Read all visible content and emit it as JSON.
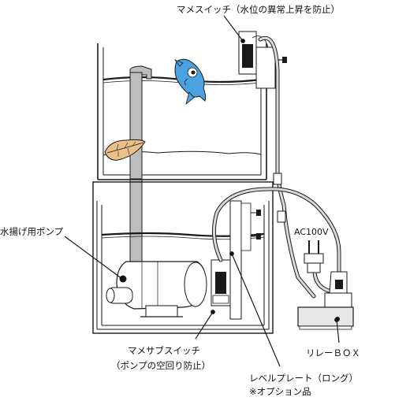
{
  "labels": {
    "main_switch": "マメスイッチ（水位の異常上昇を防止）",
    "pump": "水揚げ用ポンプ",
    "ac": "AC100V",
    "sub_switch_1": "マメサブスイッチ",
    "sub_switch_2": "（ポンプの空回り防止）",
    "level_plate_1": "レベルプレート（ロング）",
    "level_plate_2": "※オプション品",
    "relay_box": "リレーＢＯＸ"
  },
  "colors": {
    "line": "#1a1a1a",
    "pipe": "#b5b5b5",
    "pump_body": "#ffffff",
    "fish": "#4aa3e0",
    "leaf": "#e9c088",
    "cable": "#d9d9d9"
  }
}
